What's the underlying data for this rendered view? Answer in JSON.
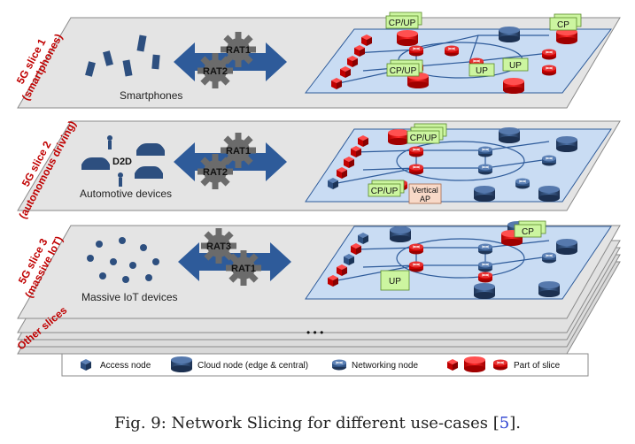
{
  "slices": [
    {
      "name_line1": "5G slice 1",
      "name_line2": "(smartphones)",
      "device_label": "Smartphones",
      "rats": [
        "RAT1",
        "RAT2"
      ]
    },
    {
      "name_line1": "5G slice 2",
      "name_line2": "(autonomous driving)",
      "device_label": "Automotive devices",
      "rats": [
        "RAT1",
        "RAT2"
      ],
      "extra": "D2D"
    },
    {
      "name_line1": "5G slice 3",
      "name_line2": "(massive IoT)",
      "device_label": "Massive IoT devices",
      "rats": [
        "RAT3",
        "RAT1"
      ]
    }
  ],
  "other_slices_label": "Other slices",
  "ellipsis": "• • •",
  "function_boxes": {
    "cp_up": "CP/UP",
    "cp": "CP",
    "up": "UP",
    "vertical_ap_line1": "Vertical",
    "vertical_ap_line2": "AP"
  },
  "legend": {
    "access_node": "Access node",
    "cloud_node": "Cloud node (edge & central)",
    "networking_node": "Networking node",
    "part_of_slice": "Part of slice"
  },
  "caption": {
    "prefix": "Fig. 9: Network Slicing for different use-cases [",
    "ref": "5",
    "suffix": "]."
  },
  "colors": {
    "slice_label": "#c00000",
    "layer_fill": "#e2e2e2",
    "network_plane": "#c9dcf3",
    "arrow": "#2e5b9a",
    "gear": "#6b6b6b",
    "node_blue": "#2d4f7f",
    "node_red": "#d21010",
    "function_box": "#ccf5a0"
  }
}
